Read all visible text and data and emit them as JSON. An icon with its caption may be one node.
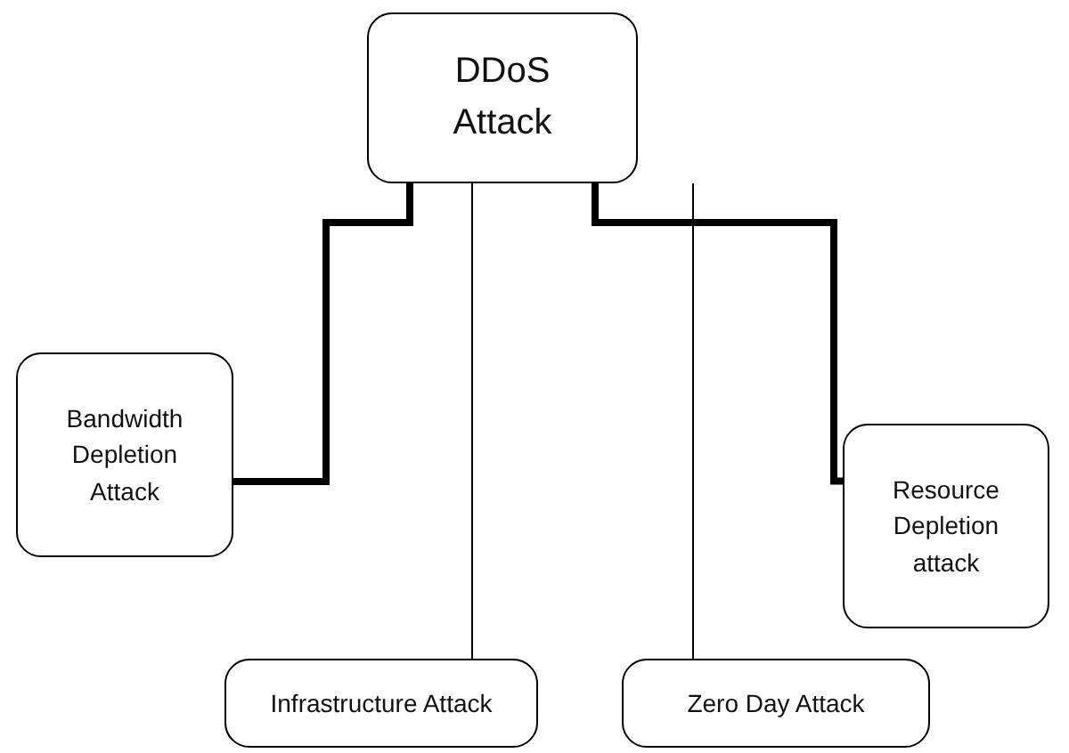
{
  "diagram": {
    "nodes": [
      {
        "text": [
          "DDoS Attack"
        ]
      },
      {
        "text": [
          "Bandwidth Depletion Attack"
        ]
      },
      {
        "text": [
          "Resource Depletion attack"
        ]
      },
      {
        "text": [
          "Infrastructure Attack"
        ]
      },
      {
        "text": [
          "Zero Day Attack"
        ]
      }
    ],
    "edges": [
      {
        "from": 0,
        "to": 1,
        "arrow": "none",
        "style": "thick"
      },
      {
        "from": 0,
        "to": 2,
        "arrow": "none",
        "style": "thick"
      },
      {
        "from": 0,
        "to": 3,
        "arrow": "none"
      },
      {
        "from": 0,
        "to": 4,
        "arrow": "none"
      }
    ]
  }
}
